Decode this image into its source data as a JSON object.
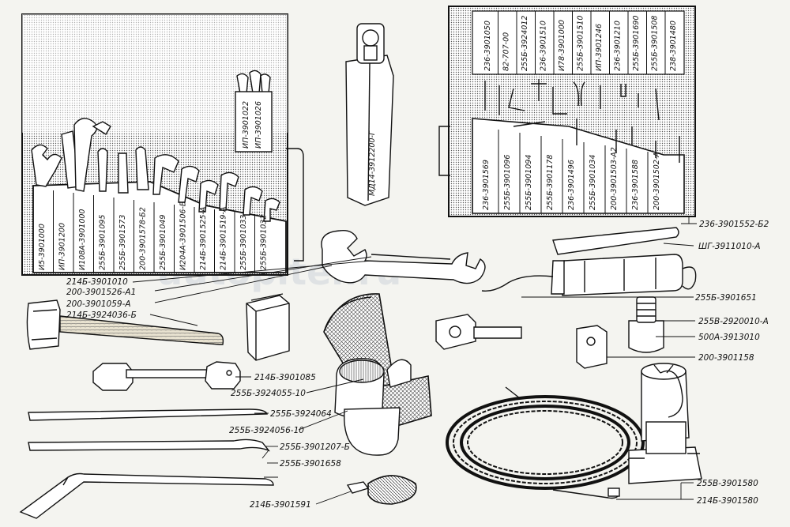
{
  "watermark": "autopiter.ru",
  "left_pouch": {
    "labels": [
      "И5-3901000",
      "ИП-3901200",
      "И108А-3901000",
      "255Б-3901095",
      "255Б-3901573",
      "200-3901578-Б2",
      "255Б-3901049",
      "И204А-3901506-Б",
      "214Б-3901525-А",
      "214Б-3901519-А",
      "255Б-3901033",
      "255Б-3901032"
    ],
    "small_labels": [
      "ИП-3901022",
      "ИП-3901026"
    ]
  },
  "right_pouch": {
    "top_labels": [
      "236-3901050",
      "82-707-00",
      "255Б-3924012",
      "236-3901510",
      "И78-3901000",
      "255Б-3901510",
      "ИП-3901246",
      "236-3901210",
      "255Б-3901690",
      "255Б-3901508",
      "238-3901480"
    ],
    "bottom_labels": [
      "236-3901569",
      "255Б-3901096",
      "255Б-3901094",
      "255Б-3901178",
      "236-3901496",
      "255Б-3901034",
      "200-3901503-А2",
      "236-3901588",
      "200-3901502-А"
    ]
  },
  "handle_label": "МД14-3912200-Г",
  "callouts": {
    "c1": "236-3901552-Б2",
    "c2": "ШГ-3911010-А",
    "c3": "255Б-3901651",
    "c4": "255В-2920010-А",
    "c5": "500А-3913010",
    "c6": "200-3901158",
    "c7": "214Б-3901010",
    "c8": "200-3901526-А1",
    "c9": "200-3901059-А",
    "c10": "214Б-3924036-Б",
    "c11": "214Б-3901085",
    "c12": "255Б-3924055-10",
    "c13": "255Б-3924064",
    "c14": "255Б-3924056-10",
    "c15": "255Б-3901207-Б",
    "c16": "255Б-3901658",
    "c17": "214Б-3901591",
    "c18": "255В-3901580",
    "c19": "214Б-3901580"
  }
}
